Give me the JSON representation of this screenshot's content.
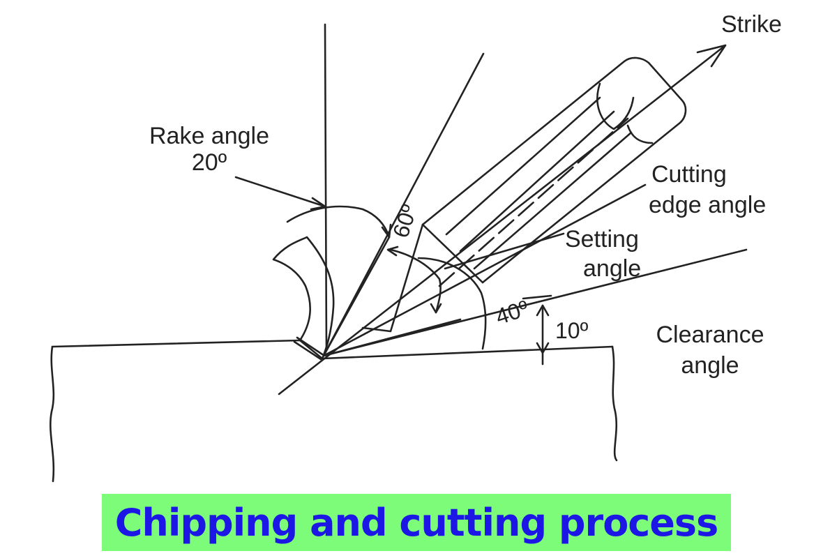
{
  "labels": {
    "strike": "Strike",
    "rake_angle_line1": "Rake angle",
    "rake_angle_line2": "20º",
    "cutting_edge_line1": "Cutting",
    "cutting_edge_line2": "edge angle",
    "setting_line1": "Setting",
    "setting_line2": "angle",
    "clearance_line1": "Clearance",
    "clearance_line2": "angle",
    "angle_60": "60º",
    "angle_40": "40º",
    "angle_10": "10º"
  },
  "title": "Chipping and cutting process",
  "colors": {
    "ink": "#222222",
    "title_bg": "#7dfc7a",
    "title_text": "#1d17e6"
  }
}
